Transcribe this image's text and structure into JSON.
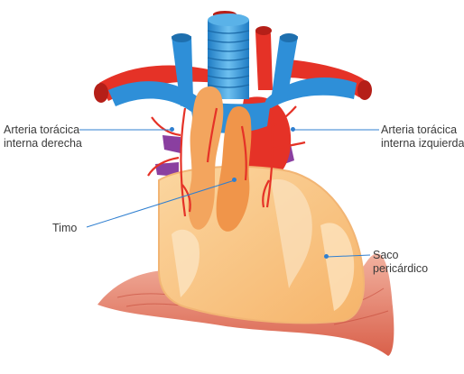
{
  "labels": {
    "left_artery_line1": "Arteria torácica",
    "left_artery_line2": "interna derecha",
    "right_artery_line1": "Arteria torácica",
    "right_artery_line2": "interna izquierda",
    "thymus": "Timo",
    "sac_line1": "Saco",
    "sac_line2": "pericárdico"
  },
  "colors": {
    "vein": "#2e8fd8",
    "artery": "#e53227",
    "thymus": "#f3a55e",
    "pericardium": "#f9c98a",
    "diaphragm": "#e98872",
    "leader": "#2f7fd0",
    "purple_vessel": "#8a3fa0"
  }
}
